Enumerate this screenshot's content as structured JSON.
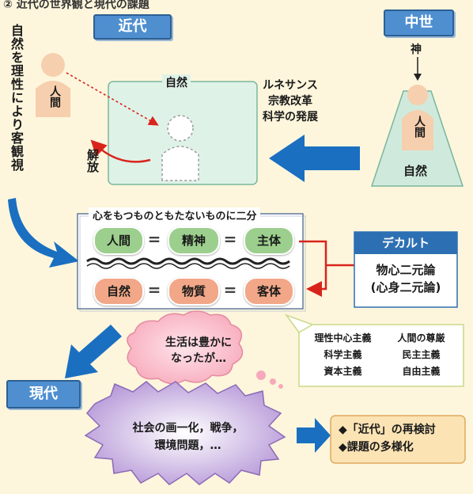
{
  "header": {
    "title": "② 近代の世界観と現代の課題"
  },
  "eras": {
    "modern": "近代",
    "medieval": "中世",
    "contemporary": "現代"
  },
  "vertical_note": "自然を理性により客観視",
  "person_label": "人間",
  "nature_box_title": "自然",
  "liberation_label": "解放",
  "medieval": {
    "god": "神",
    "person": "人間",
    "nature": "自然"
  },
  "transition_events": [
    "ルネサンス",
    "宗教改革",
    "科学の発展"
  ],
  "dualism": {
    "title": "心をもつものともたないものに二分",
    "row1": [
      "人間",
      "精神",
      "主体"
    ],
    "row2": [
      "自然",
      "物質",
      "客体"
    ],
    "equals": "="
  },
  "descartes": {
    "name": "デカルト",
    "theory_lines": [
      "物心二元論",
      "(心身二元論)"
    ]
  },
  "bubble_text_lines": [
    "生活は豊かに",
    "なったが…"
  ],
  "ideologies": [
    "理性中心主義",
    "人間の尊厳",
    "科学主義",
    "民主主義",
    "資本主義",
    "自由主義"
  ],
  "problems_text_lines": [
    "社会の画一化，戦争，",
    "環境問題，…"
  ],
  "issues": [
    "◆「近代」の再検討",
    "◆課題の多様化"
  ],
  "colors": {
    "accent_blue": "#1a6fc1",
    "red": "#d9241c",
    "green_pill": "#9ccf8d",
    "pink_pill": "#f1a788"
  }
}
